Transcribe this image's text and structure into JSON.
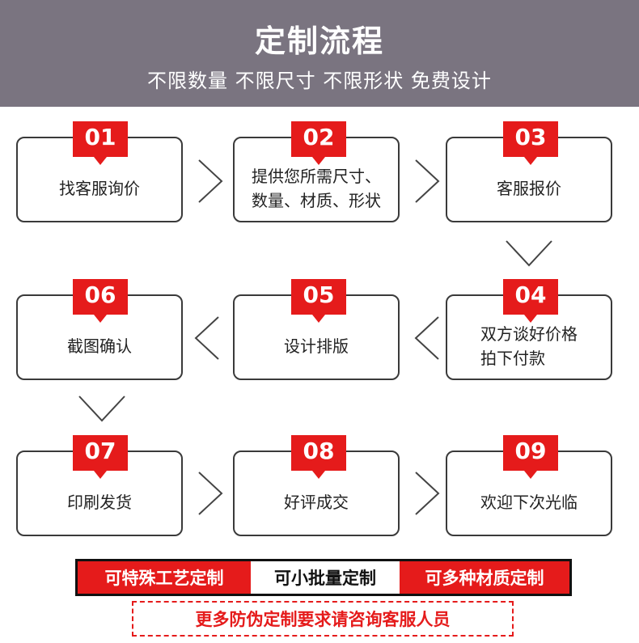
{
  "header": {
    "title": "定制流程",
    "subtitle": "不限数量 不限尺寸 不限形状 免费设计"
  },
  "steps": [
    {
      "num": "01",
      "text": "找客服询价"
    },
    {
      "num": "02",
      "text": "提供您所需尺寸、\n数量、材质、形状"
    },
    {
      "num": "03",
      "text": "客服报价"
    },
    {
      "num": "04",
      "text": "双方谈好价格\n拍下付款"
    },
    {
      "num": "05",
      "text": "设计排版"
    },
    {
      "num": "06",
      "text": "截图确认"
    },
    {
      "num": "07",
      "text": "印刷发货"
    },
    {
      "num": "08",
      "text": "好评成交"
    },
    {
      "num": "09",
      "text": "欢迎下次光临"
    }
  ],
  "features": [
    "可特殊工艺定制",
    "可小批量定制",
    "可多种材质定制"
  ],
  "notice": "更多防伪定制要求请咨询客服人员",
  "colors": {
    "header_bg": "#7a7480",
    "accent": "#e51b1b",
    "border": "#3a3a3a"
  }
}
